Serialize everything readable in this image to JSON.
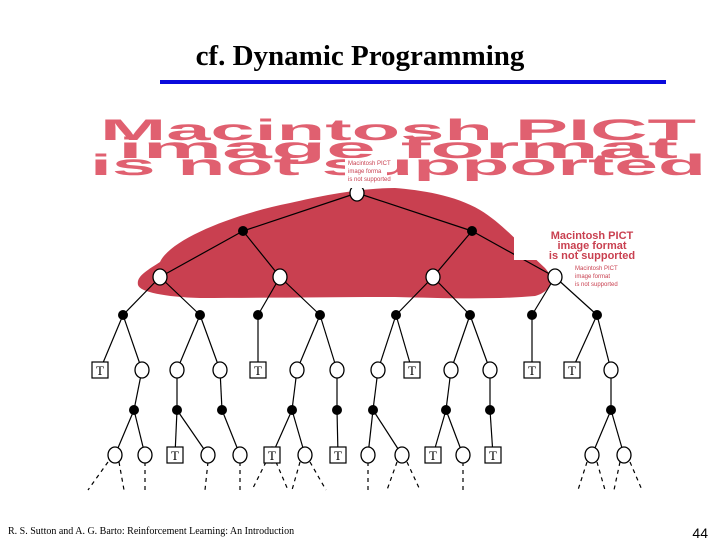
{
  "slide": {
    "title": "cf. Dynamic Programming",
    "footer": "R. S. Sutton and A. G. Barto: Reinforcement Learning: An Introduction",
    "page_number": "44"
  },
  "placeholders": {
    "pict_large": [
      "Macintosh PICT",
      "image format",
      "is not supported"
    ],
    "pict_medium": [
      "Macintosh PICT",
      "image format",
      "is not supported"
    ],
    "pict_small_top": [
      "Macintosh PICT",
      "image forma",
      "is not supported"
    ],
    "pict_small_right": [
      "Macintosh PICT",
      "image format",
      "is not supported"
    ]
  },
  "tree": {
    "terminal_label": "T"
  },
  "colors": {
    "backup_region": "#c94050",
    "title_rule": "#0a0adc",
    "pict_text": "#e06070"
  }
}
